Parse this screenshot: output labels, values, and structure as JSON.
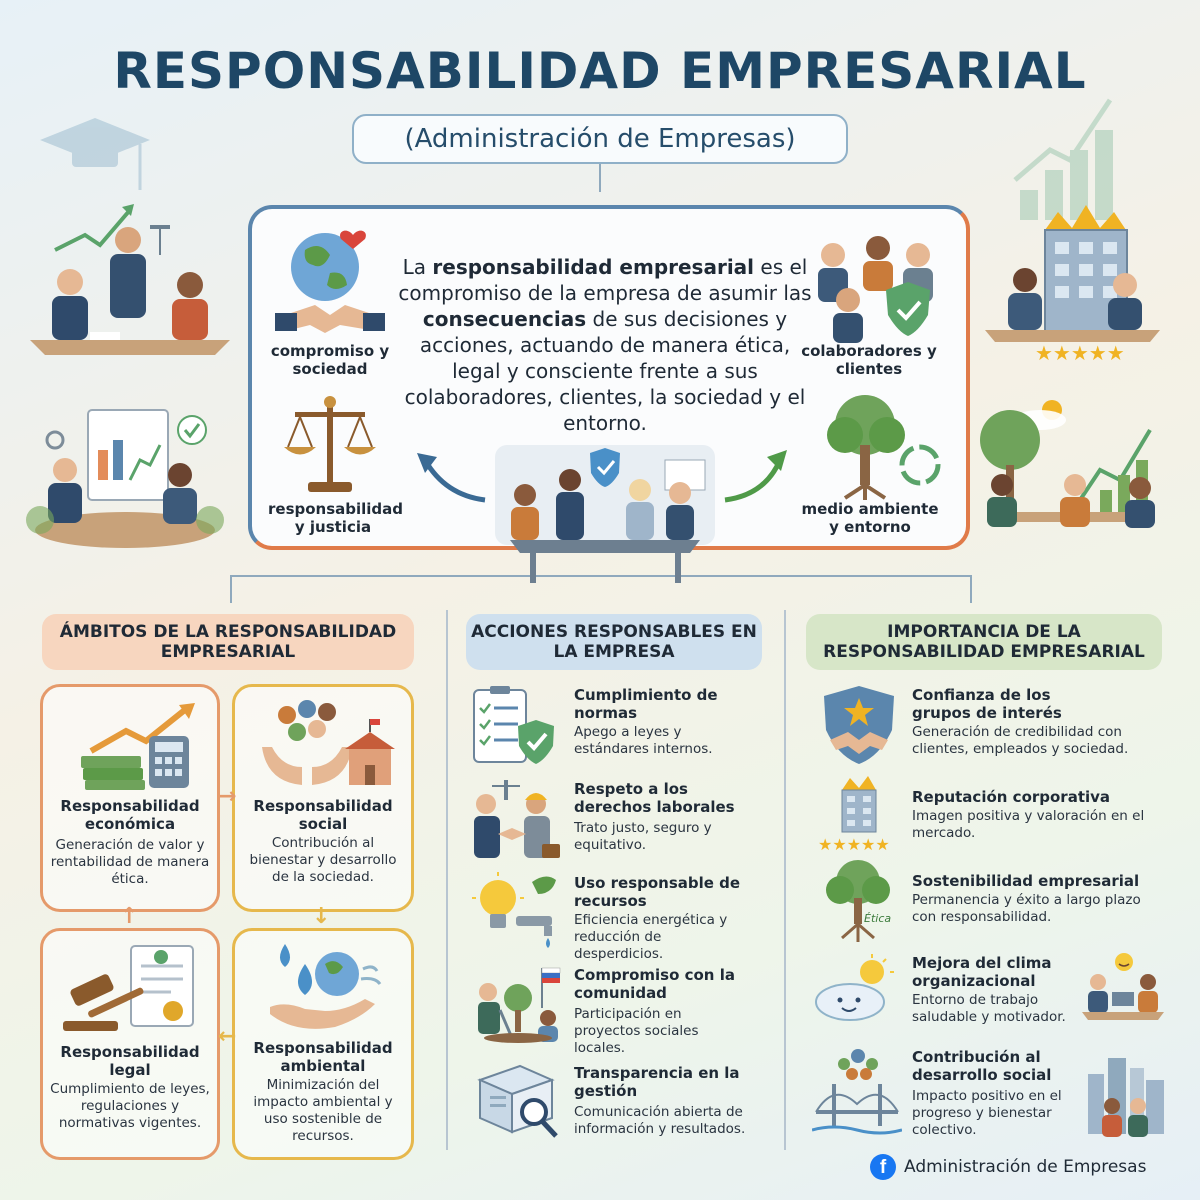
{
  "title": "RESPONSABILIDAD EMPRESARIAL",
  "subtitle": "(Administración de Empresas)",
  "definition": {
    "p1": "La ",
    "b1": "responsabilidad empresarial",
    "p2": " es el compromiso de la empresa de asumir las ",
    "b2": "consecuencias",
    "p3": " de sus decisiones y acciones, actuando de manera ética, legal y consciente frente a sus colaboradores, clientes, la sociedad y el entorno."
  },
  "corners": {
    "top_left": "compromiso y sociedad",
    "top_right": "colaboradores y clientes",
    "bottom_left": "responsabilidad y justicia",
    "bottom_right": "medio ambiente y entorno"
  },
  "sections": {
    "ambitos": {
      "header": "ÁMBITOS DE LA RESPONSABILIDAD EMPRESARIAL",
      "cards": [
        {
          "title": "Responsabilidad económica",
          "desc": "Generación de valor y rentabilidad de manera ética."
        },
        {
          "title": "Responsabilidad social",
          "desc": "Contribución al bienestar y desarrollo de la sociedad."
        },
        {
          "title": "Responsabilidad legal",
          "desc": "Cumplimiento de leyes, regulaciones y normativas vigentes."
        },
        {
          "title": "Responsabilidad ambiental",
          "desc": "Minimización del impacto ambiental y uso sostenible de recursos."
        }
      ]
    },
    "acciones": {
      "header": "ACCIONES RESPONSABLES EN LA EMPRESA",
      "items": [
        {
          "title": "Cumplimiento de normas",
          "desc": "Apego a leyes y estándares internos."
        },
        {
          "title": "Respeto a los derechos laborales",
          "desc": "Trato justo, seguro y equitativo."
        },
        {
          "title": "Uso responsable de recursos",
          "desc": "Eficiencia energética y reducción de desperdicios."
        },
        {
          "title": "Compromiso con la comunidad",
          "desc": "Participación en proyectos sociales locales."
        },
        {
          "title": "Transparencia en la gestión",
          "desc": "Comunicación abierta de información y resultados."
        }
      ]
    },
    "importancia": {
      "header": "IMPORTANCIA DE LA RESPONSABILIDAD EMPRESARIAL",
      "items": [
        {
          "title": "Confianza de los grupos de interés",
          "desc": "Generación de credibilidad con clientes, empleados y sociedad."
        },
        {
          "title": "Reputación corporativa",
          "desc": "Imagen positiva y valoración en el mercado."
        },
        {
          "title": "Sostenibilidad empresarial",
          "desc": "Permanencia y éxito a largo plazo con responsabilidad."
        },
        {
          "title": "Mejora del clima organizacional",
          "desc": "Entorno de trabajo saludable y motivador."
        },
        {
          "title": "Contribución al desarrollo social",
          "desc": "Impacto positivo en el progreso y bienestar colectivo."
        }
      ]
    }
  },
  "tree_label": "Ética",
  "footer": {
    "text": "Administración de Empresas",
    "icon_letter": "f"
  },
  "colors": {
    "navy": "#1e4766",
    "orange": "#e07b49",
    "blue": "#5b86ad",
    "green": "#7aa95c",
    "yellow": "#e4b23c"
  }
}
